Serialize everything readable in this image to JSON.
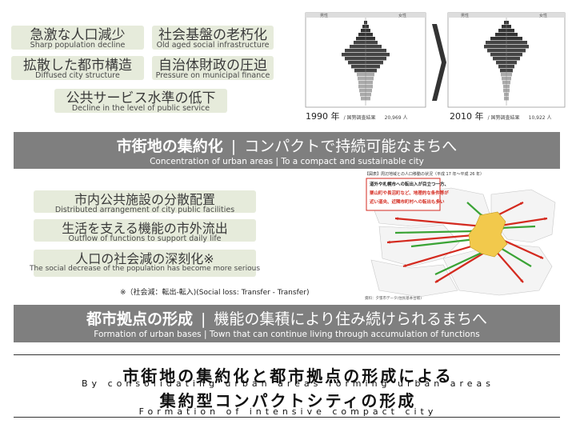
{
  "problems": [
    {
      "jp": "急激な人口減少",
      "en": "Sharp population decline"
    },
    {
      "jp": "社会基盤の老朽化",
      "en": "Old aged social infrastructure"
    },
    {
      "jp": "拡散した都市構造",
      "en": "Diffused city structure"
    },
    {
      "jp": "自治体財政の圧迫",
      "en": "Pressure on municipal finance"
    },
    {
      "jp": "公共サービス水準の低下",
      "en": "Decline in the level of public service"
    }
  ],
  "pyramids": {
    "left": {
      "year": "1990 年",
      "source": "/ 国勢調査結果",
      "total": "20,969 人"
    },
    "right": {
      "year": "2010 年",
      "source": "/ 国勢調査結果",
      "total": "10,922 人"
    },
    "header_left": "男性",
    "header_right": "女性"
  },
  "banner1": {
    "bold": "市街地の集約化",
    "sep": "|",
    "rest": "コンパクトで持続可能なまちへ",
    "sub": "Concentration of urban areas | To a compact and sustainable city"
  },
  "issues": [
    {
      "jp": "市内公共施設の分散配置",
      "en": "Distributed arrangement of city public facilities"
    },
    {
      "jp": "生活を支える機能の市外流出",
      "en": "Outflow of functions to support daily life"
    },
    {
      "jp": "人口の社会減の深刻化※",
      "en": "The social decrease of the population has become more serious"
    }
  ],
  "note": "※（社会減：転出-転入)(Social loss: Transfer - Transfer)",
  "map": {
    "header": "【図表】周辺地域との人口移動の状況（平成 17 年～平成 26 年）",
    "callout": [
      "道外や札幌市への転出入が目立つ一方、",
      "栗山町や長沼町など、地理的な条件等が",
      "近い道央、近隣市町村への転出も多い"
    ],
    "source": "資料：夕張市データ(住民基本台帳)"
  },
  "banner2": {
    "bold": "都市拠点の形成",
    "sep": "|",
    "rest": "機能の集積により住み続けられるまちへ",
    "sub": "Formation of urban bases | Town that can continue living through accumulation of functions"
  },
  "conclusion": {
    "jp1": "市街地の集約化と都市拠点の形成による",
    "en1": "By consolidating urban areas forming urban areas",
    "jp2": "集約型コンパクトシティの形成",
    "en2": "Formation of intensive compact city"
  },
  "colors": {
    "tag_bg": "#e6ebdb",
    "banner_bg": "#7f7f7f",
    "arrow_red": "#d42a1f",
    "arrow_green": "#3aa335",
    "city_yellow": "#f2c94c"
  }
}
